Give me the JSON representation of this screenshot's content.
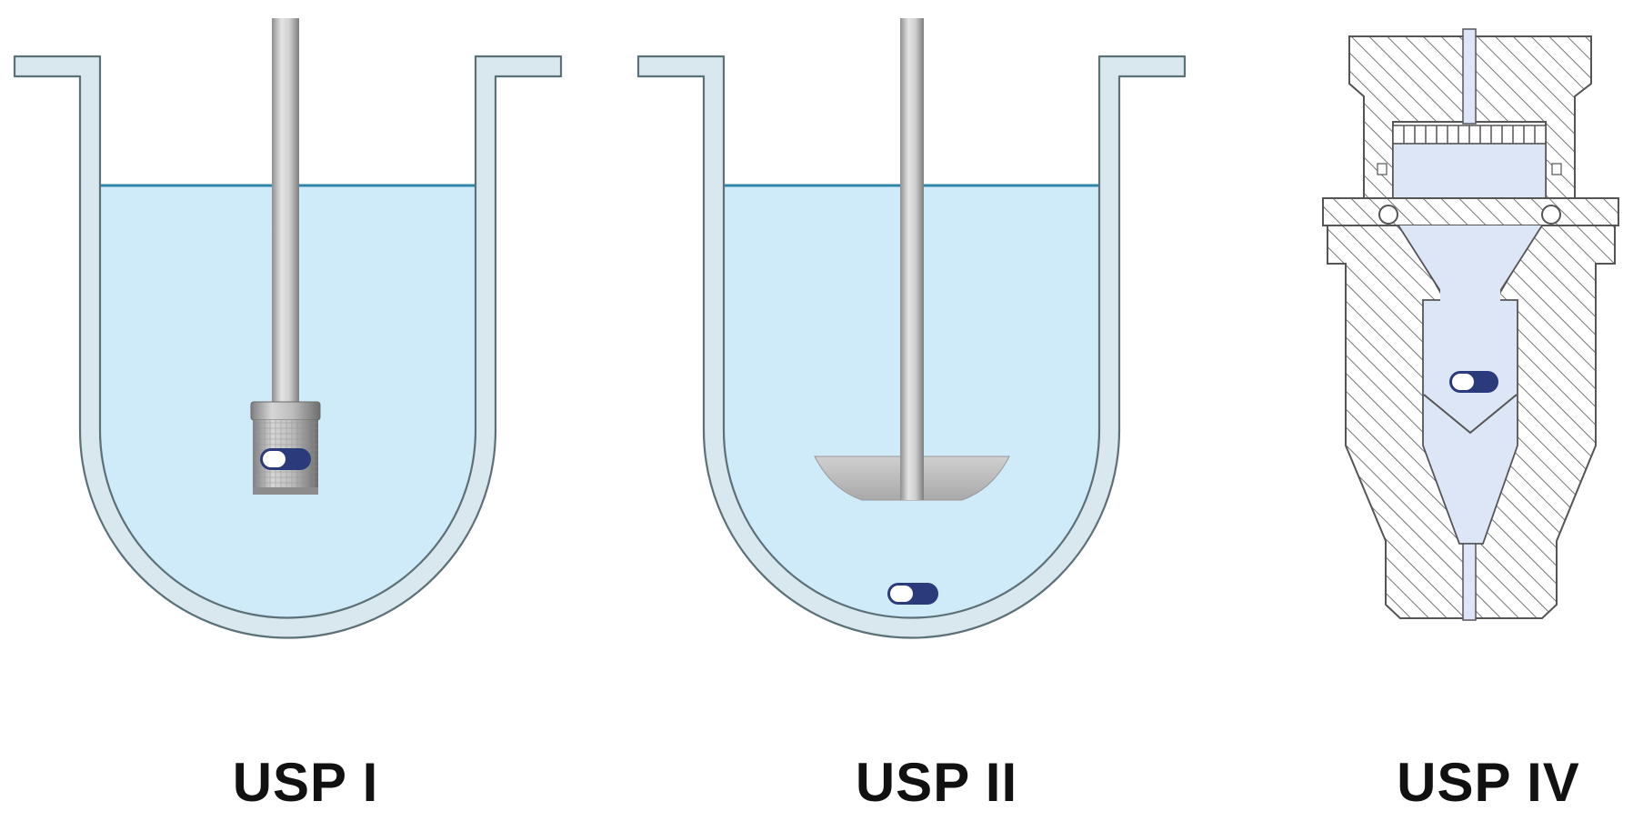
{
  "labels": {
    "usp1": "USP I",
    "usp2": "USP II",
    "usp4": "USP IV"
  },
  "apparatus": [
    {
      "id": "usp1",
      "type": "basket",
      "vessel": "round-bottom vessel",
      "dosage_form": "capsule",
      "capsule_location": "inside basket"
    },
    {
      "id": "usp2",
      "type": "paddle",
      "vessel": "round-bottom vessel",
      "dosage_form": "capsule",
      "capsule_location": "bottom of vessel"
    },
    {
      "id": "usp4",
      "type": "flow-through cell",
      "dosage_form": "capsule",
      "capsule_location": "above cone"
    }
  ],
  "colors": {
    "vessel_wall": "#d8e8ee",
    "vessel_outline": "#5c7077",
    "medium": "#cfeaf8",
    "medium_surface": "#2f86a8",
    "shaft": "#b9b9b9",
    "capsule_dark": "#2b3a7a",
    "capsule_light": "#ffffff",
    "cell_inner": "#dde6f7",
    "hatch": "#555555",
    "label_text": "#111111"
  }
}
